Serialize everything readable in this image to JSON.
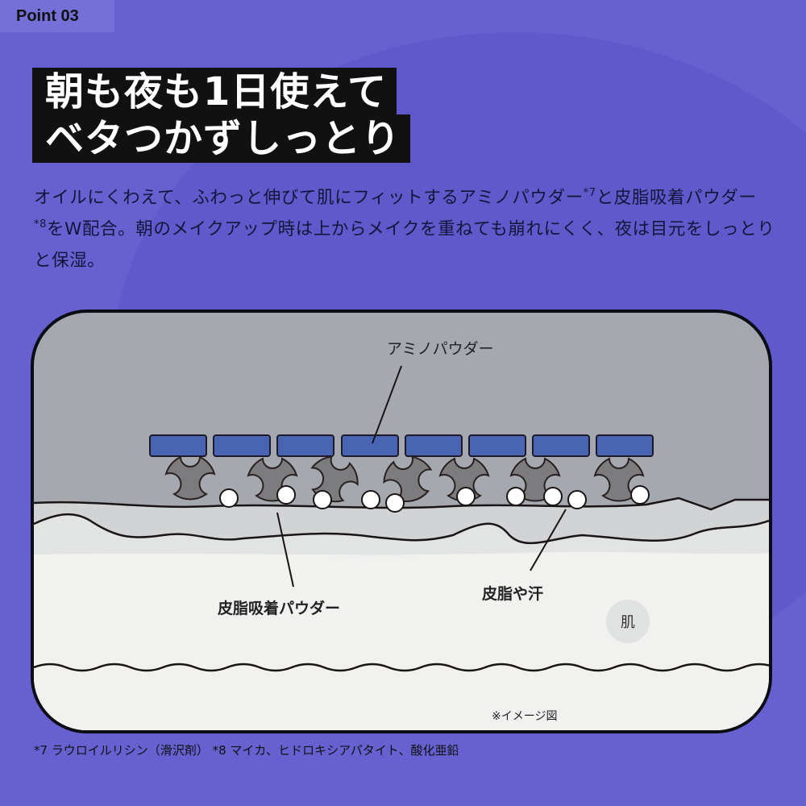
{
  "badge": {
    "label": "Point 03"
  },
  "headline": {
    "line1": "朝も夜も1日使えて",
    "line2": "ベタつかずしっとり"
  },
  "body": {
    "seg1": "オイルにくわえて、ふわっと伸びて肌にフィットするアミノパウダー",
    "sup1": "*7",
    "seg2": "と皮脂吸着パウダー",
    "sup2": "*8",
    "seg3": "をW配合。朝のメイクアップ時は上からメイクを重ねても崩れにくく、夜は目元をしっとりと保湿。"
  },
  "diagram": {
    "label_amino": "アミノパウダー",
    "label_sebum_powder": "皮脂吸着パウダー",
    "label_sebum_sweat": "皮脂や汗",
    "label_skin": "肌",
    "caption": "※イメージ図",
    "colors": {
      "air": "#a6a8b0",
      "amino_block": "#4a64b4",
      "sebum_powder": "#7c7c7e",
      "droplet": "#ffffff",
      "layer1": "#d2d3d5",
      "layer2": "#e2e3e3",
      "skin": "#f1f1f0"
    }
  },
  "footnote": "*7 ラウロイルリシン（滑沢剤） *8 マイカ、ヒドロキシアパタイト、酸化亜鉛",
  "colors": {
    "background": "#6660d0",
    "badge_bg": "#7470d8",
    "headline_bg": "#111111"
  }
}
